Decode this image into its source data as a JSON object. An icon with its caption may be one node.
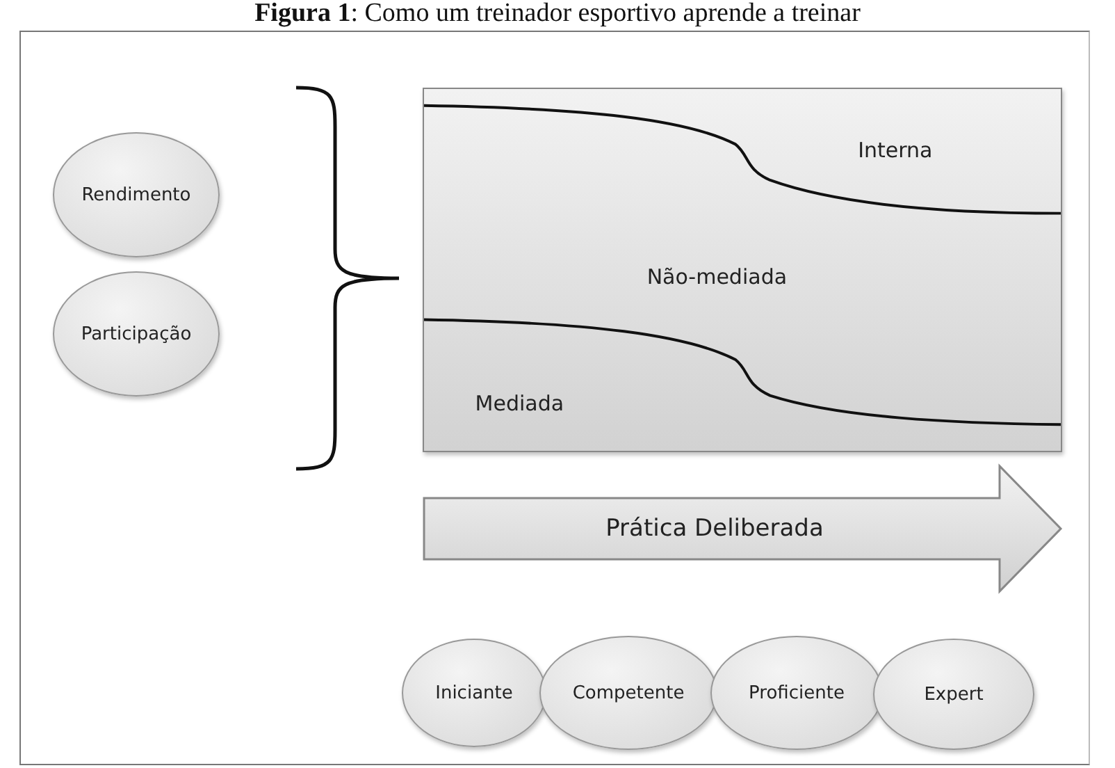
{
  "diagram": {
    "title": "**Figura 1**: Como um treinador esportivo aprende a treinar",
    "nodes": [
      {
        "text": [
          "Rendimento"
        ]
      },
      {
        "text": [
          "Participação"
        ]
      },
      {
        "text": [
          "Interna",
          "Não-mediada",
          "Mediada"
        ]
      },
      {
        "text": [
          "Prática Deliberada"
        ]
      },
      {
        "text": [
          "Iniciante"
        ]
      },
      {
        "text": [
          "Competente"
        ]
      },
      {
        "text": [
          "Proficiente"
        ]
      },
      {
        "text": [
          "Expert"
        ]
      }
    ]
  }
}
